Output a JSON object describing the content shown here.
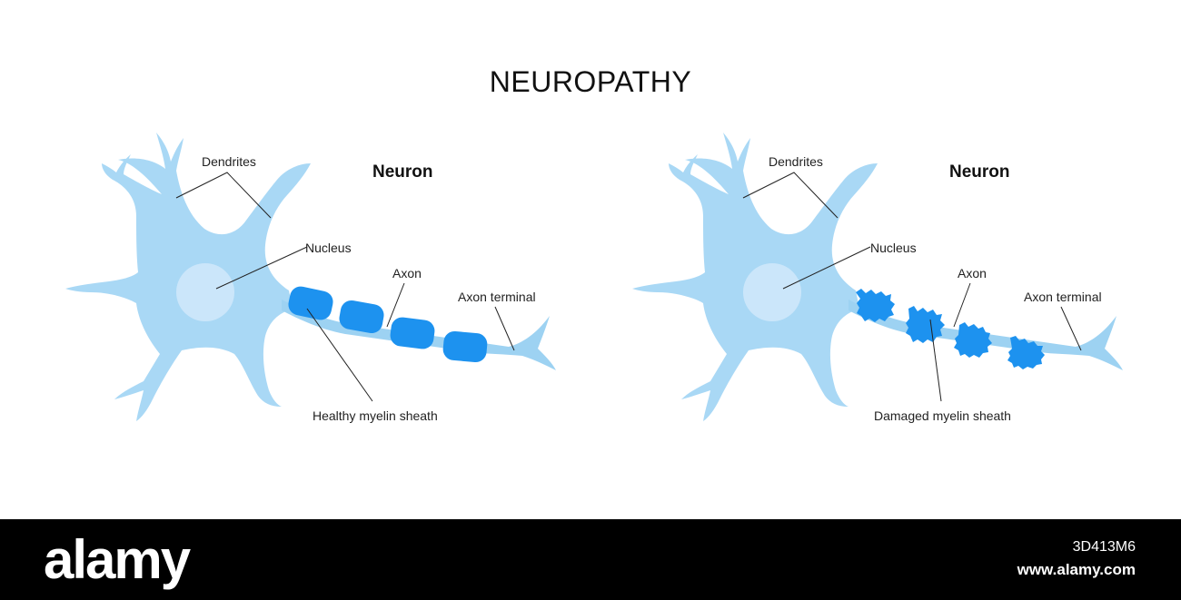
{
  "title": "NEUROPATHY",
  "colors": {
    "cell_body": "#a9d8f5",
    "nucleus": "#cbe6fa",
    "axon": "#9dd2f2",
    "myelin": "#1d92ef",
    "footer_bg": "#000000"
  },
  "panels": [
    {
      "title": "Neuron",
      "labels": {
        "dendrites": "Dendrites",
        "nucleus": "Nucleus",
        "axon": "Axon",
        "axon_terminal": "Axon terminal",
        "myelin": "Healthy myelin sheath"
      }
    },
    {
      "title": "Neuron",
      "labels": {
        "dendrites": "Dendrites",
        "nucleus": "Nucleus",
        "axon": "Axon",
        "axon_terminal": "Axon terminal",
        "myelin": "Damaged myelin sheath"
      }
    }
  ],
  "footer": {
    "logo": "alamy",
    "image_id": "3D413M6",
    "url": "www.alamy.com"
  }
}
